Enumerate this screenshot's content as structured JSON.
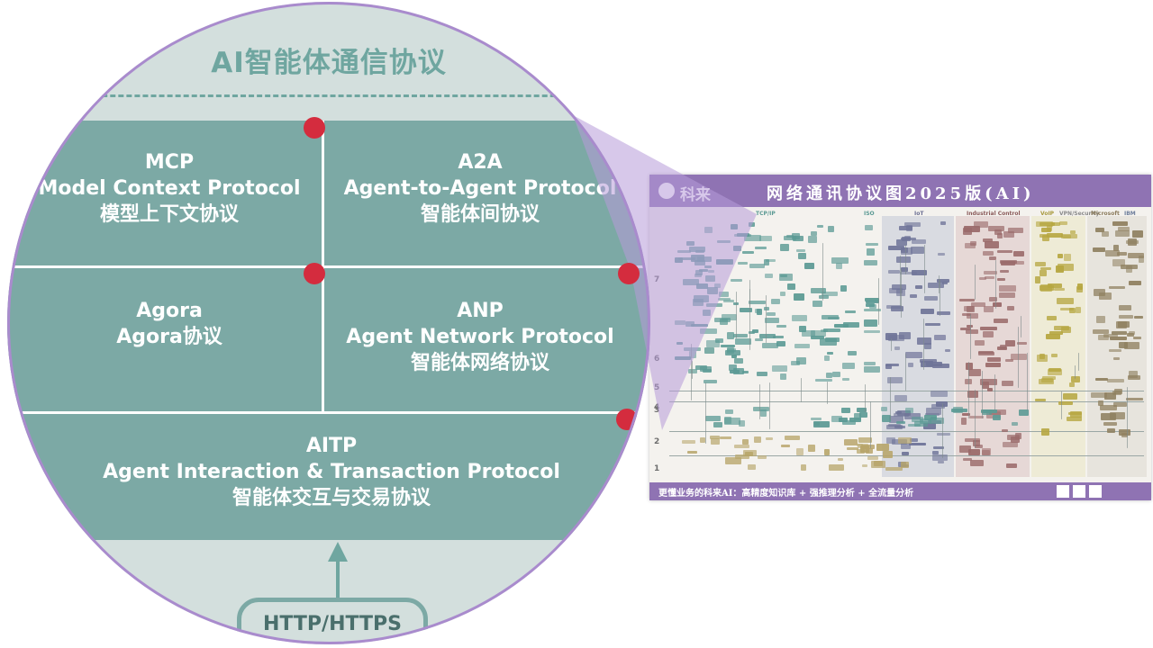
{
  "lens": {
    "title": "AI智能体通信协议",
    "cells": [
      {
        "id": "mcp",
        "lines": [
          "MCP",
          "Model Context Protocol",
          "模型上下文协议"
        ]
      },
      {
        "id": "a2a",
        "lines": [
          "A2A",
          "Agent-to-Agent Protocol",
          "智能体间协议"
        ]
      },
      {
        "id": "agora",
        "lines": [
          "Agora",
          "Agora协议"
        ]
      },
      {
        "id": "anp",
        "lines": [
          "ANP",
          "Agent Network Protocol",
          "智能体网络协议"
        ]
      },
      {
        "id": "aitp",
        "lines": [
          "AITP",
          "Agent Interaction & Transaction Protocol",
          "智能体交互与交易协议"
        ]
      }
    ],
    "transport_label": "HTTP/HTTPS"
  },
  "poster": {
    "logo": "科来",
    "title": "网络通讯协议图2025版(AI)",
    "footer": "更懂业务的科来AI：高精度知识库 + 强推理分析 + 全流量分析",
    "columns": [
      "TCP/IP",
      "ISO",
      "IoT",
      "Industrial Control",
      "VoIP",
      "VPN/Security",
      "Microsoft",
      "IBM"
    ],
    "layers": [
      "7",
      "6",
      "5",
      "4",
      "3",
      "2",
      "1"
    ]
  },
  "colors": {
    "teal": "#7ca9a5",
    "teal_dark": "#6fa6a0",
    "lens_bg": "#d3dfdd",
    "accent_red": "#d42c3e",
    "purple": "#8f73b3",
    "purple_ring": "#a98bcd"
  }
}
